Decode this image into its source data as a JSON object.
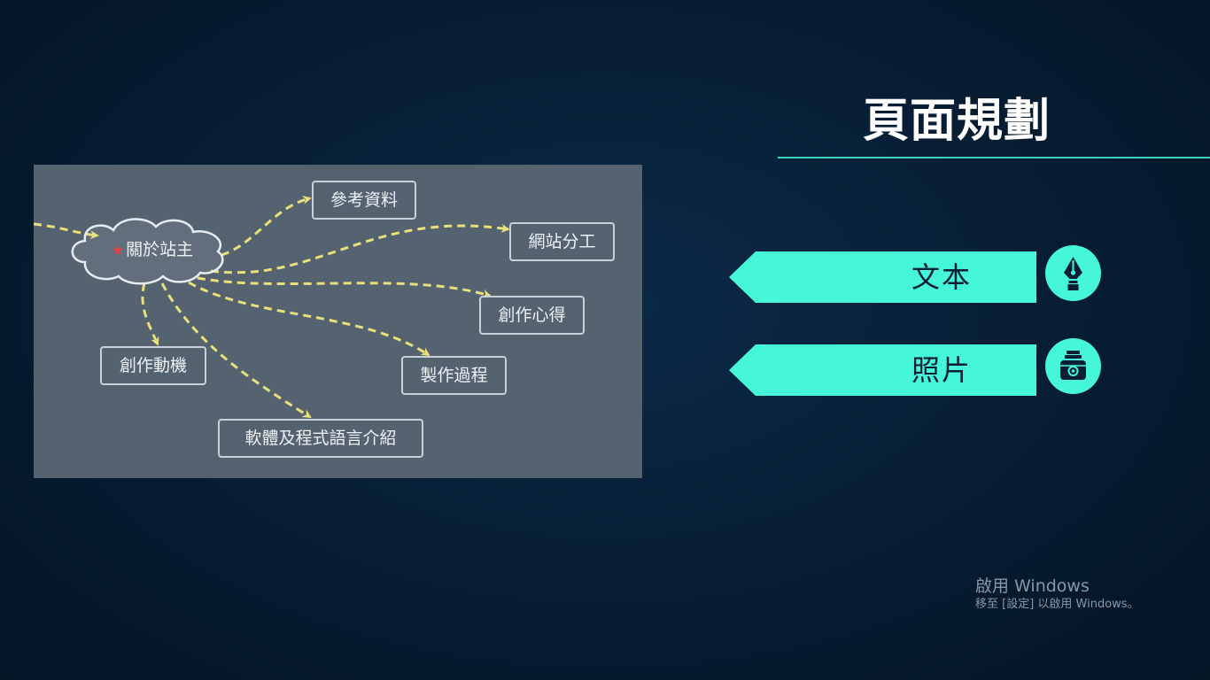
{
  "title": "頁面規劃",
  "mindmap": {
    "root": "關於站主",
    "root_icon": "star-icon",
    "nodes": {
      "references": "參考資料",
      "division": "網站分工",
      "reflection": "創作心得",
      "motivation": "創作動機",
      "process": "製作過程",
      "software": "軟體及程式語言介紹"
    },
    "colors": {
      "background": "#556270",
      "connector": "#e8e07a",
      "star": "#e84141"
    }
  },
  "buttons": [
    {
      "label": "文本",
      "icon": "fountain-pen-icon"
    },
    {
      "label": "照片",
      "icon": "camera-icon"
    }
  ],
  "accent_color": "#46f7d7",
  "watermark": {
    "line1": "啟用 Windows",
    "line2": "移至 [設定] 以啟用 Windows。"
  }
}
